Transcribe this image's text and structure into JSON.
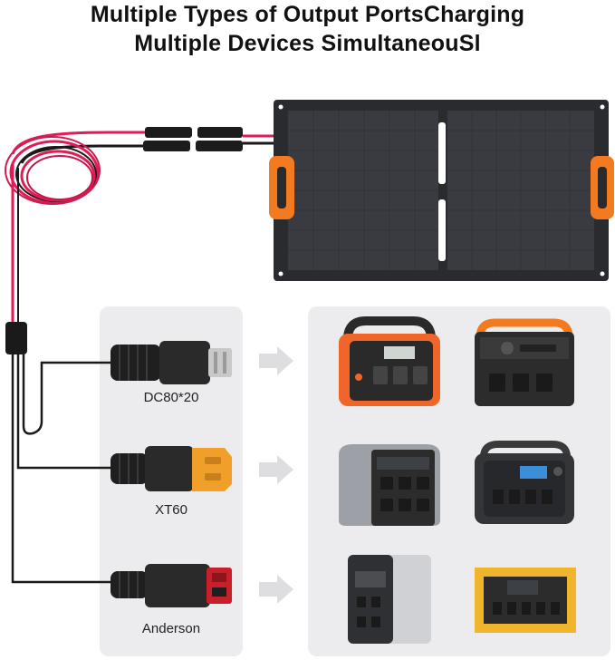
{
  "heading": {
    "line1": "Multiple Types of Output PortsCharging",
    "line2": "Multiple Devices SimultaneouSl"
  },
  "ports": [
    {
      "label": "DC80*20",
      "connector": "dc-barrel-connector-icon"
    },
    {
      "label": "XT60",
      "connector": "xt60-connector-icon"
    },
    {
      "label": "Anderson",
      "connector": "anderson-connector-icon"
    }
  ],
  "colors": {
    "panel": "#2a2b2f",
    "handle": "#f47a1f",
    "cable_red": "#e21b55",
    "cable_black": "#1a1a1a",
    "card_bg": "#ececee",
    "arrow": "#e4e4e6"
  },
  "devices": [
    "orange-power-station-icon",
    "black-orange-power-station-icon",
    "silver-black-power-station-icon",
    "dark-gray-power-station-icon",
    "gray-large-power-station-icon",
    "yellow-black-power-station-icon"
  ]
}
